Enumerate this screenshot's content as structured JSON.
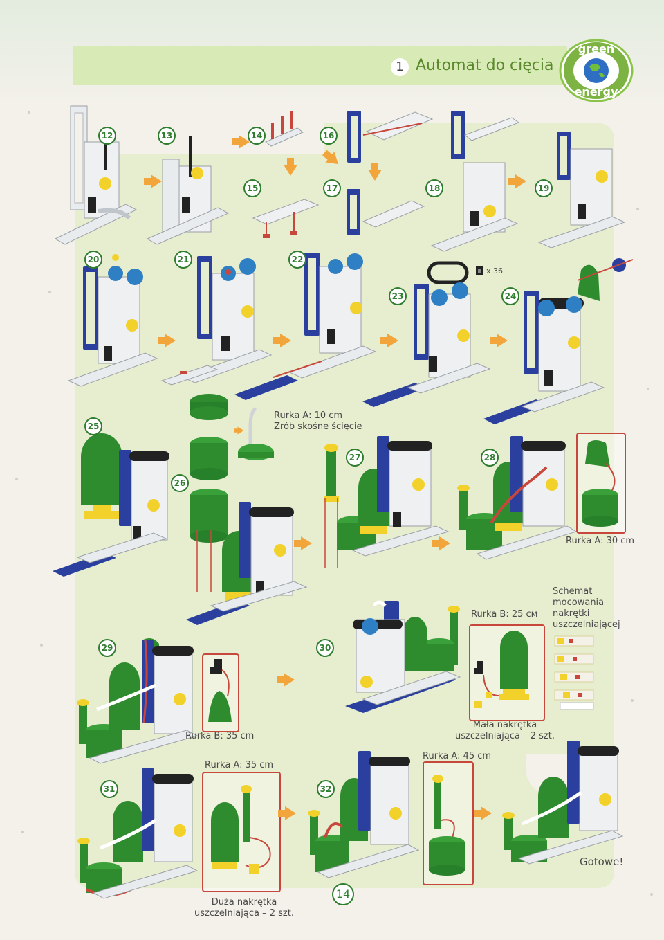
{
  "header": {
    "chapter_number": "1",
    "title": "Automat do cięcia",
    "badge_line1": "green",
    "badge_line2": "energy"
  },
  "steps": [
    "12",
    "13",
    "14",
    "15",
    "16",
    "17",
    "18",
    "19",
    "20",
    "21",
    "22",
    "23",
    "24",
    "25",
    "26",
    "27",
    "28",
    "29",
    "30",
    "31",
    "32"
  ],
  "parts_count": "x 36",
  "labels": {
    "tube_a_10_line1": "Rurka A: 10 cm",
    "tube_a_10_line2": "Zrób skośne ścięcie",
    "tube_a_30": "Rurka A: 30 cm",
    "tube_b_25": "Rurka B: 25 cм",
    "schema_line1": "Schemat",
    "schema_line2": "mocowania",
    "schema_line3": "nakrętki",
    "schema_line4": "uszczelniającej",
    "tube_b_35": "Rurka B: 35 cm",
    "small_nut_line1": "Mała nakrętka",
    "small_nut_line2": "uszczelniająca – 2 szt.",
    "tube_a_35": "Rurka A: 35 cm",
    "tube_a_45": "Rurka A: 45 cm",
    "big_nut_line1": "Duża nakrętka",
    "big_nut_line2": "uszczelniająca – 2 szt.",
    "done": "Gotowe!"
  },
  "page_number": "14",
  "colors": {
    "accent_green": "#2f7d2f",
    "title_green": "#5a8a2c",
    "arrow_orange": "#f2a53a",
    "callout_red": "#c8473c",
    "frame_blue": "#2a3f9e",
    "tank_green": "#2e8b2e"
  }
}
